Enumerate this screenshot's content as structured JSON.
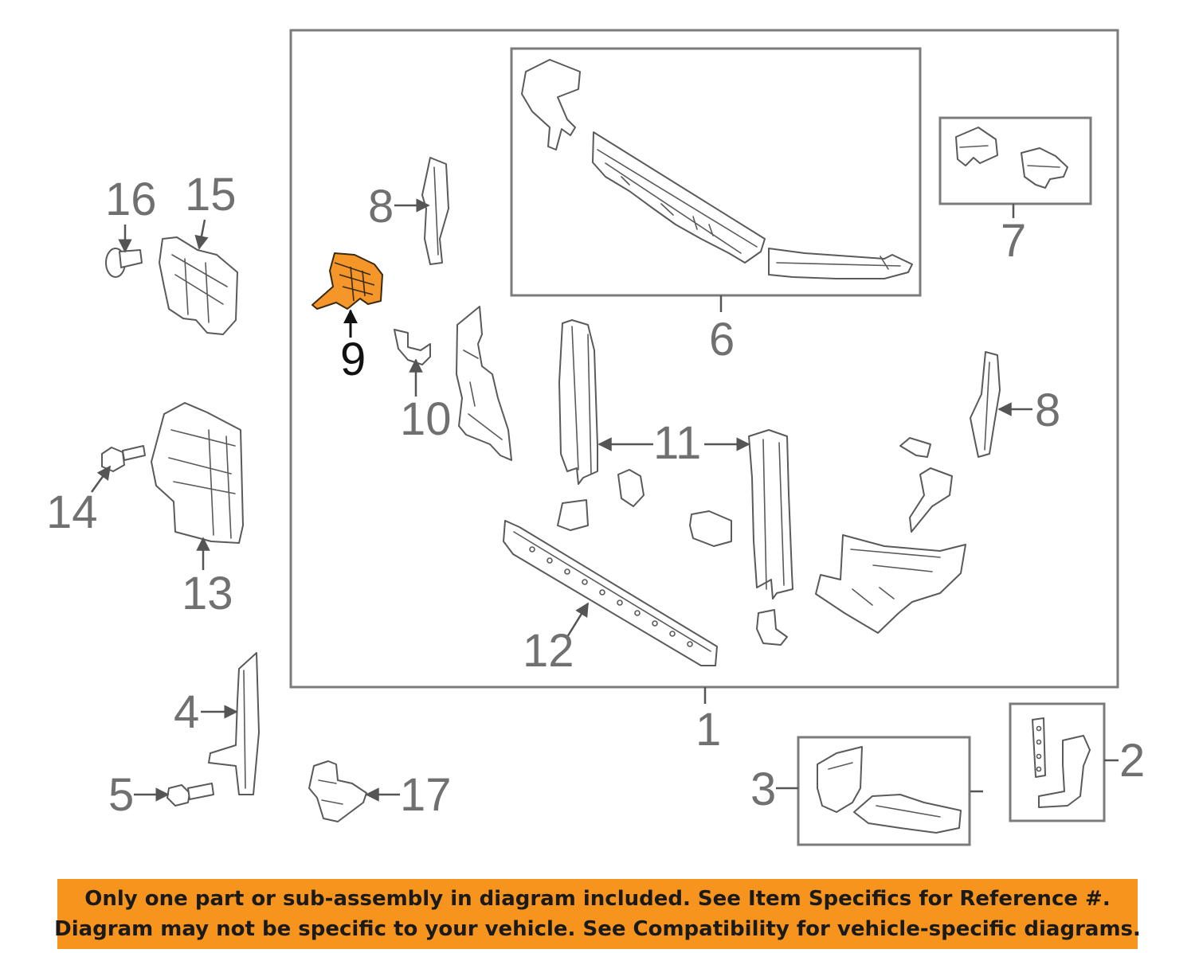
{
  "diagram": {
    "callouts": {
      "c1": "1",
      "c2": "2",
      "c3": "3",
      "c4": "4",
      "c5": "5",
      "c6": "6",
      "c7": "7",
      "c8a": "8",
      "c8b": "8",
      "c9": "9",
      "c10": "10",
      "c11": "11",
      "c12": "12",
      "c13": "13",
      "c14": "14",
      "c15": "15",
      "c16": "16",
      "c17": "17"
    },
    "highlighted_part": "9",
    "highlight_color": "#f5962a"
  },
  "banner": {
    "line1": "Only one part or sub-assembly in diagram included. See Item Specifics for Reference #.",
    "line2": "Diagram may not be specific to your vehicle. See Compatibility for vehicle-specific diagrams.",
    "color": "#f7941d"
  }
}
